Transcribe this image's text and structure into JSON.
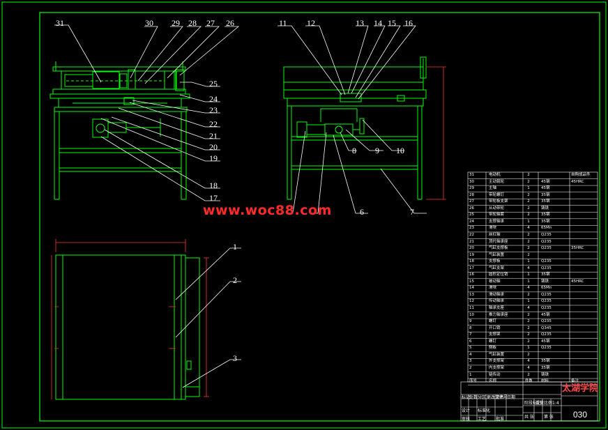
{
  "watermark": "www.woc88.com",
  "leader_labels": {
    "front_top": [
      "31",
      "30",
      "29",
      "28",
      "27",
      "26"
    ],
    "front_right": [
      "25",
      "24",
      "23",
      "22",
      "21",
      "20",
      "19",
      "18",
      "17"
    ],
    "side_top": [
      "11",
      "12",
      "13",
      "14",
      "15",
      "16"
    ],
    "side_bottom": [
      "6",
      "7",
      "8",
      "9",
      "10"
    ],
    "plan_right": [
      "1",
      "2",
      "3"
    ]
  },
  "bom": {
    "rows": [
      {
        "no": "31",
        "name": "电动机",
        "qty": "2",
        "material": "",
        "note": "自购成品件"
      },
      {
        "no": "30",
        "name": "主动辊轮",
        "qty": "2",
        "material": "45钢",
        "note": "45HRC"
      },
      {
        "no": "29",
        "name": "主轴",
        "qty": "1",
        "material": "45钢",
        "note": ""
      },
      {
        "no": "28",
        "name": "带轮螺钉",
        "qty": "2",
        "material": "35钢",
        "note": ""
      },
      {
        "no": "27",
        "name": "带轮板支架",
        "qty": "2",
        "material": "35钢",
        "note": ""
      },
      {
        "no": "26",
        "name": "从动带轮",
        "qty": "2",
        "material": "铸铁",
        "note": ""
      },
      {
        "no": "25",
        "name": "带轮轴套",
        "qty": "2",
        "material": "35钢",
        "note": ""
      },
      {
        "no": "24",
        "name": "支撑轴承",
        "qty": "1",
        "material": "35钢",
        "note": ""
      },
      {
        "no": "23",
        "name": "滑块",
        "qty": "4",
        "material": "65Mn",
        "note": ""
      },
      {
        "no": "22",
        "name": "丝杠轴",
        "qty": "2",
        "material": "Q235",
        "note": ""
      },
      {
        "no": "21",
        "name": "顶托轴承座",
        "qty": "2",
        "material": "Q235",
        "note": ""
      },
      {
        "no": "20",
        "name": "气缸支撑板",
        "qty": "2",
        "material": "Q235",
        "note": "35HRC"
      },
      {
        "no": "19",
        "name": "气缸装置",
        "qty": "2",
        "material": "",
        "note": ""
      },
      {
        "no": "18",
        "name": "支撑板",
        "qty": "1",
        "material": "Q235",
        "note": ""
      },
      {
        "no": "17",
        "name": "气缸支架",
        "qty": "4",
        "material": "Q235",
        "note": ""
      },
      {
        "no": "16",
        "name": "圆形定位销",
        "qty": "1",
        "material": "35钢",
        "note": ""
      },
      {
        "no": "15",
        "name": "被动轴",
        "qty": "1",
        "material": "铸铁",
        "note": "45HRC"
      },
      {
        "no": "14",
        "name": "滑块",
        "qty": "4",
        "material": "65Mn",
        "note": ""
      },
      {
        "no": "13",
        "name": "滑动轴承",
        "qty": "2",
        "material": "Q235",
        "note": ""
      },
      {
        "no": "12",
        "name": "传动轴承",
        "qty": "1",
        "material": "Q235",
        "note": ""
      },
      {
        "no": "11",
        "name": "轴承支座",
        "qty": "4",
        "material": "Q235",
        "note": ""
      },
      {
        "no": "10",
        "name": "推力轴承座",
        "qty": "2",
        "material": "45钢",
        "note": ""
      },
      {
        "no": "9",
        "name": "螺钉",
        "qty": "2",
        "material": "Q235",
        "note": ""
      },
      {
        "no": "8",
        "name": "开口销",
        "qty": "2",
        "material": "Q345",
        "note": ""
      },
      {
        "no": "7",
        "name": "支撑架",
        "qty": "2",
        "material": "Q235",
        "note": ""
      },
      {
        "no": "6",
        "name": "螺钉",
        "qty": "2",
        "material": "45钢",
        "note": ""
      },
      {
        "no": "5",
        "name": "侧板",
        "qty": "1",
        "material": "Q235",
        "note": ""
      },
      {
        "no": "4",
        "name": "气缸装置",
        "qty": "2",
        "material": "",
        "note": ""
      },
      {
        "no": "3",
        "name": "外支撑架",
        "qty": "4",
        "material": "35钢",
        "note": ""
      },
      {
        "no": "2",
        "name": "内支撑架",
        "qty": "4",
        "material": "35钢",
        "note": ""
      },
      {
        "no": "1",
        "name": "链传动",
        "qty": "2",
        "material": "铸铁",
        "note": ""
      }
    ],
    "header": {
      "no": "序号",
      "name": "名称",
      "qty": "件数",
      "material": "材料",
      "note": "备注"
    }
  },
  "title_block": {
    "school": "太湖学院",
    "drawing_no": "030",
    "cells": [
      "标记",
      "处数",
      "分区",
      "更改文件号",
      "签名",
      "日期",
      "设计",
      "标准化",
      "审核",
      "工艺",
      "批准",
      "阶段标记",
      "重量",
      "比例",
      "共 张",
      "第 张",
      "1:4"
    ]
  },
  "colors": {
    "frame": "#00ff00",
    "geometry": "#00ff00",
    "leader": "#ffffff",
    "dimension": "#ff3333",
    "watermark": "#ff2a2a"
  }
}
